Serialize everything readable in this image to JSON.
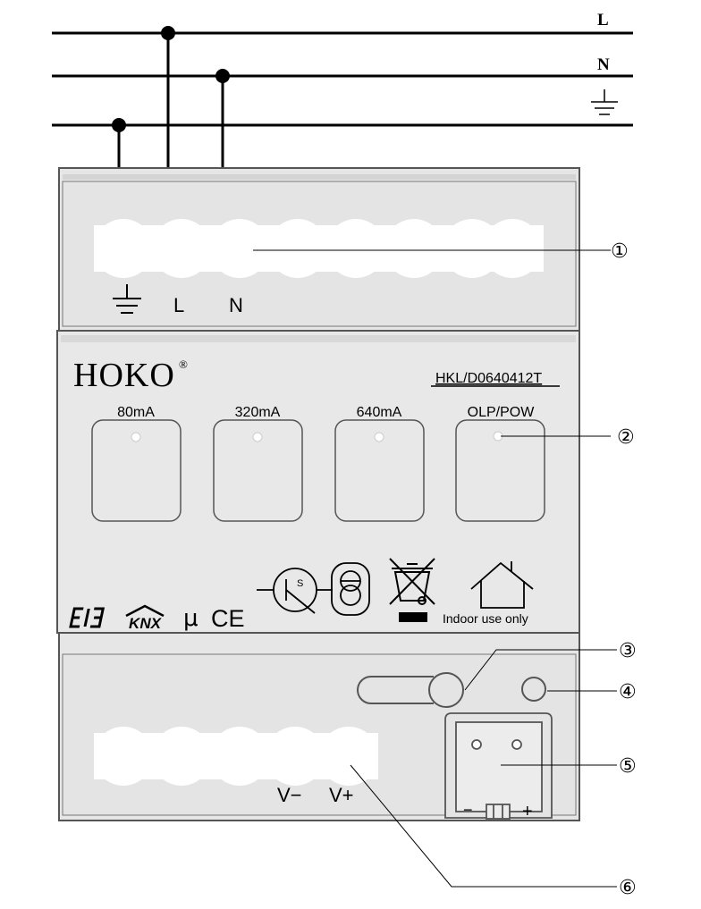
{
  "wires": {
    "line_label": "L",
    "neutral_label": "N",
    "earth_symbol": "earth-ground-icon"
  },
  "terminals_top": {
    "earth_symbol": "earth-ground-icon",
    "l_label": "L",
    "n_label": "N"
  },
  "device": {
    "brand": "HOKO",
    "registered_mark": "®",
    "model": "HKL/D0640412T",
    "indicators": [
      {
        "label": "80mA"
      },
      {
        "label": "320mA"
      },
      {
        "label": "640mA"
      },
      {
        "label": "OLP/POW"
      }
    ],
    "certification_marks": [
      "EIB",
      "KNX",
      "μ",
      "CE"
    ],
    "symbols": [
      "short-circuit-proof-transformer-icon",
      "safety-transformer-icon",
      "weee-crossed-bin-icon",
      "indoor-house-icon"
    ],
    "indoor_text": "Indoor use only",
    "output_labels": {
      "minus": "V−",
      "plus": "V+"
    },
    "bus_terminal_signs": {
      "minus": "−",
      "plus": "+"
    }
  },
  "callouts": [
    "①",
    "②",
    "③",
    "④",
    "⑤",
    "⑥"
  ]
}
